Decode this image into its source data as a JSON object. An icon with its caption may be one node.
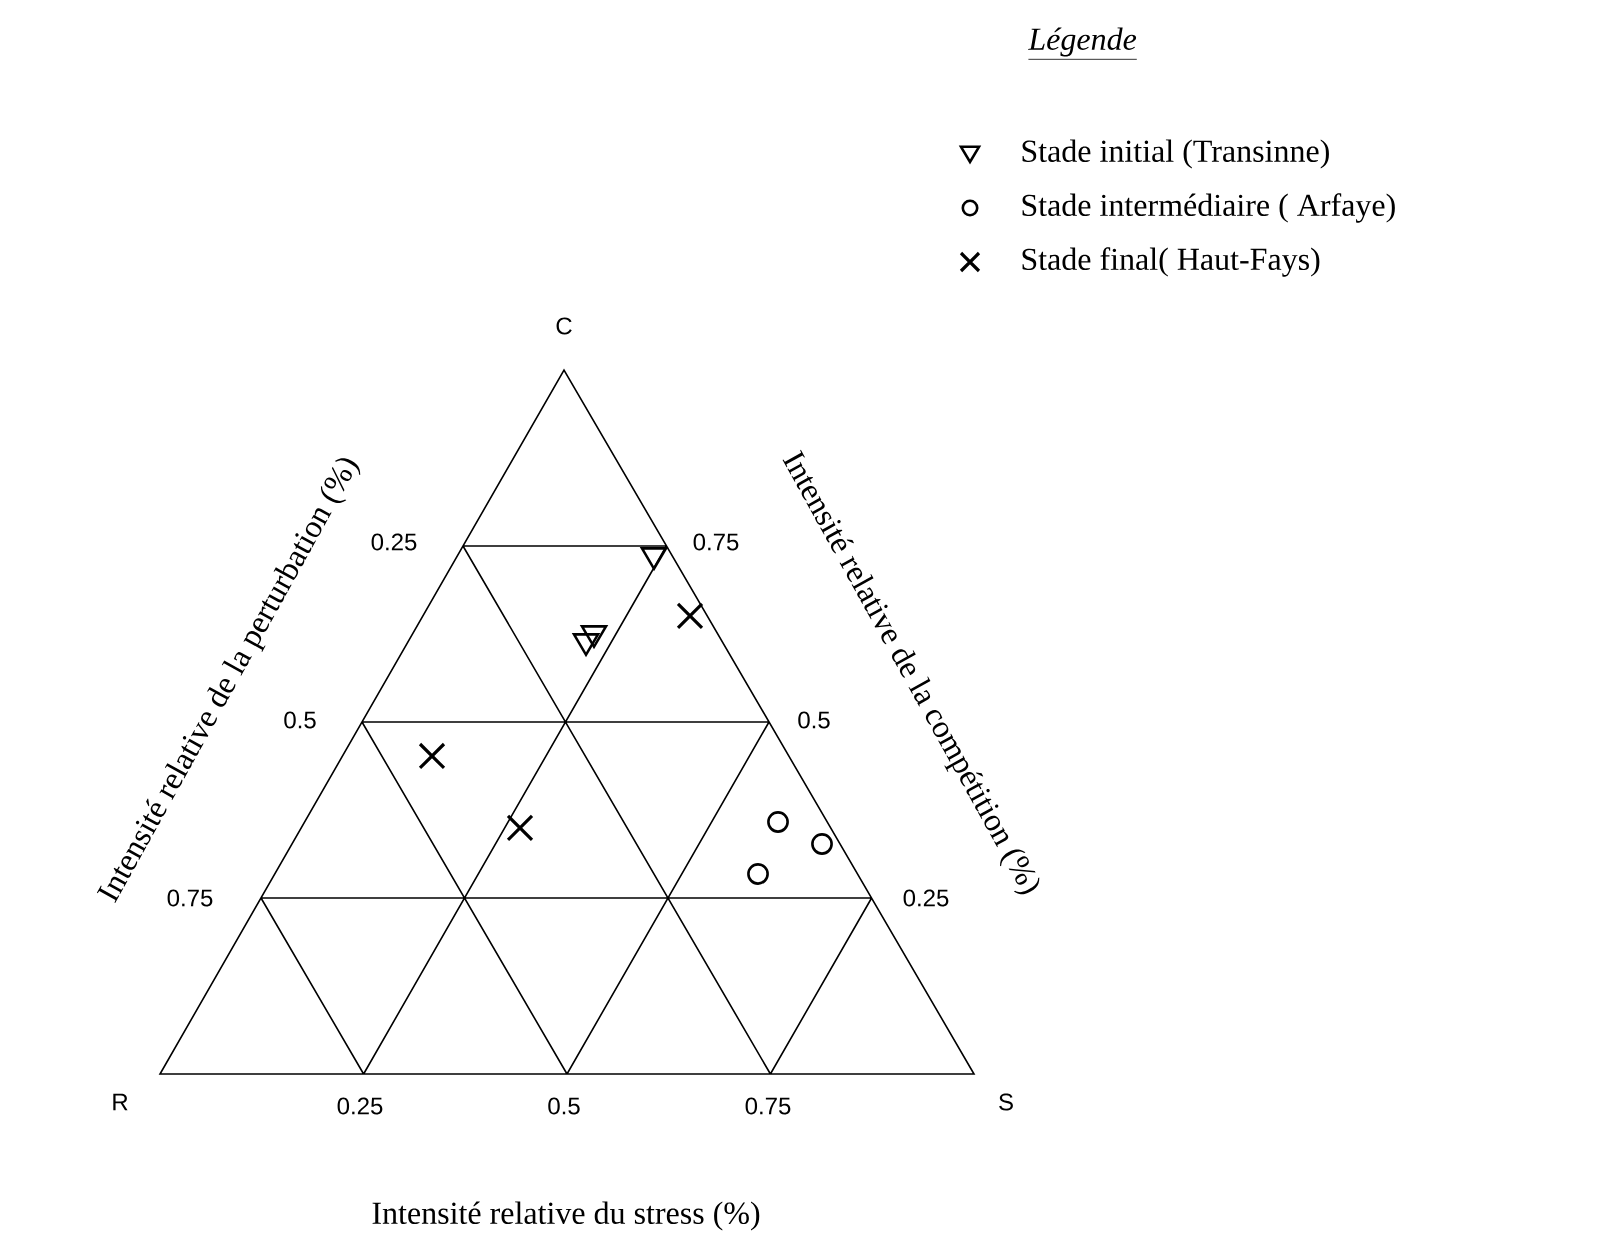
{
  "diagram": {
    "labels": [
      "Légende",
      "Intensité relative de la perturbation (%)",
      "C",
      "Intensité relative de la compétition (%)",
      "0.25",
      "0.75",
      "0.5",
      "0.5",
      "0.75",
      "0.25",
      "R",
      "0.25",
      "0.5",
      "0.75",
      "S",
      "Intensité relative du stress (%)"
    ],
    "legend": [
      {
        "text": "Stade initial (Transinne)"
      },
      {
        "text": "Stade intermédiaire ( Arfaye)"
      },
      {
        "text": "Stade final( Haut-Fays)"
      }
    ]
  }
}
